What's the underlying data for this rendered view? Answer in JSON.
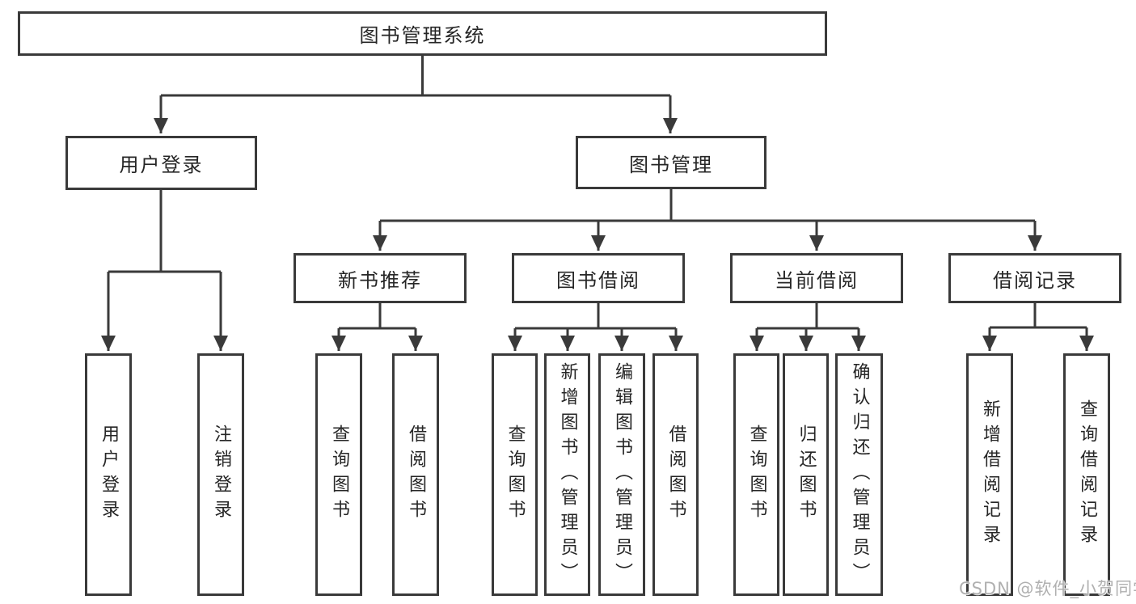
{
  "root": {
    "label": "图书管理系统"
  },
  "tree": {
    "user_login": {
      "label": "用户登录",
      "leaves": [
        {
          "label": "用户登录"
        },
        {
          "label": "注销登录"
        }
      ]
    },
    "book_mgmt": {
      "label": "图书管理",
      "groups": [
        {
          "label": "新书推荐",
          "leaves": [
            {
              "label": "查询图书"
            },
            {
              "label": "借阅图书"
            }
          ]
        },
        {
          "label": "图书借阅",
          "leaves": [
            {
              "label": "查询图书"
            },
            {
              "label": "新增图书（管理员）"
            },
            {
              "label": "编辑图书（管理员）"
            },
            {
              "label": "借阅图书"
            }
          ]
        },
        {
          "label": "当前借阅",
          "leaves": [
            {
              "label": "查询图书"
            },
            {
              "label": "归还图书"
            },
            {
              "label": "确认归还（管理员）"
            }
          ]
        },
        {
          "label": "借阅记录",
          "leaves": [
            {
              "label": "新增借阅记录"
            },
            {
              "label": "查询借阅记录"
            }
          ]
        }
      ]
    }
  },
  "watermark": {
    "text": "CSDN @软件_小贺同学"
  },
  "colors": {
    "line": "#3a3a3a",
    "text": "#262626",
    "watermark": "#b0b0b0",
    "background": "#ffffff"
  }
}
